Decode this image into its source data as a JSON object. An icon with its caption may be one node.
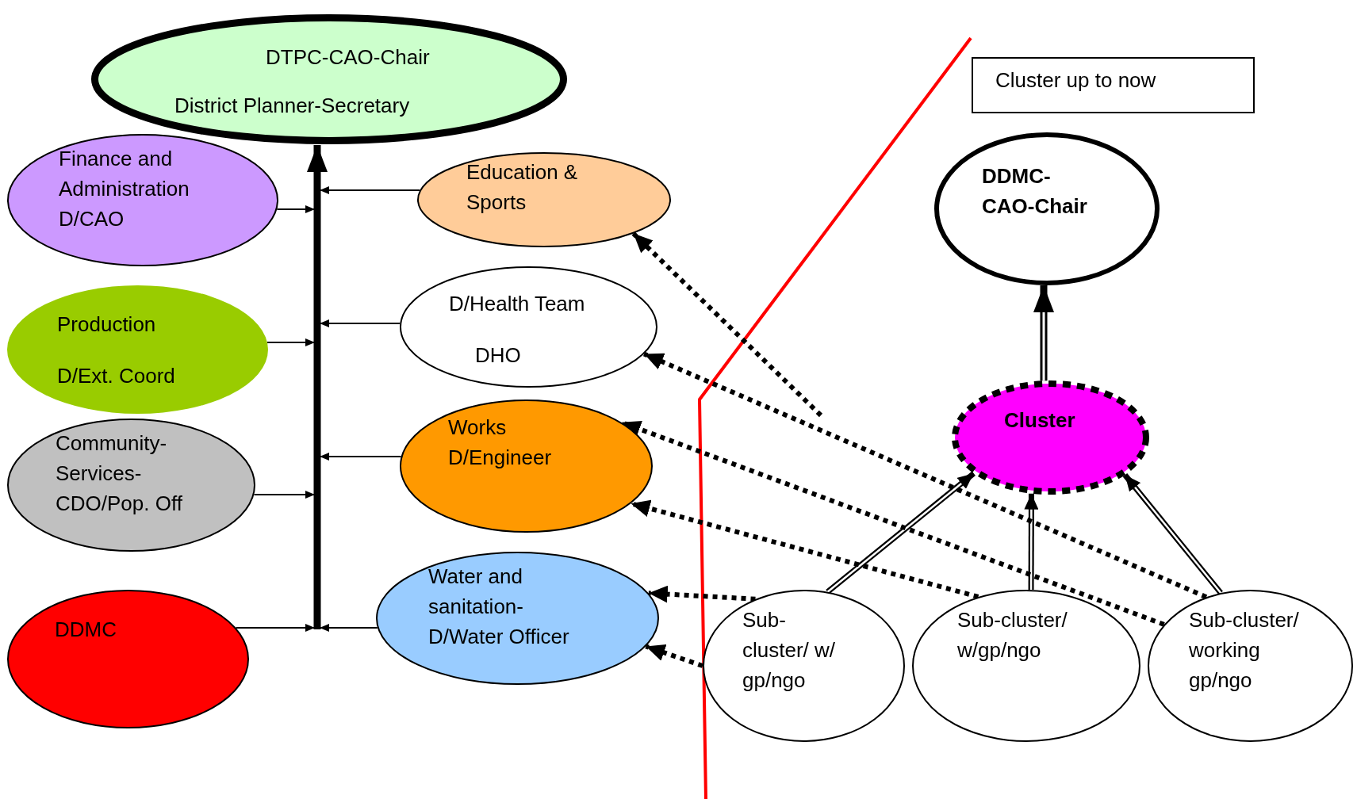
{
  "diagram": {
    "nodes": [
      {
        "text": [
          "DTPC-CAO-Chair",
          "District Planner-Secretary"
        ]
      },
      {
        "text": [
          "Finance and Administration D/CAO"
        ]
      },
      {
        "text": [
          "Education & Sports"
        ]
      },
      {
        "text": [
          "Production",
          "D/Ext. Coord"
        ]
      },
      {
        "text": [
          "D/Health Team",
          "DHO"
        ]
      },
      {
        "text": [
          "Community-Services-CDO/Pop. Off"
        ]
      },
      {
        "text": [
          "Works D/Engineer"
        ]
      },
      {
        "text": [
          "DDMC"
        ]
      },
      {
        "text": [
          "Water and sanitation- D/Water Officer"
        ]
      },
      {
        "text": [
          "Cluster up to now"
        ]
      },
      {
        "text": [
          "DDMC- CAO-Chair"
        ]
      },
      {
        "text": [
          "Cluster"
        ]
      },
      {
        "text": [
          "Sub- cluster/ w/ gp/ngo"
        ]
      },
      {
        "text": [
          "Sub-cluster/ w/gp/ngo"
        ]
      },
      {
        "text": [
          "Sub-cluster/ working gp/ngo"
        ]
      }
    ],
    "edges": [
      {
        "from": 1,
        "to": 0,
        "arrow": "to"
      },
      {
        "from": 3,
        "to": 0,
        "arrow": "to"
      },
      {
        "from": 5,
        "to": 0,
        "arrow": "to"
      },
      {
        "from": 7,
        "to": 0,
        "arrow": "to"
      },
      {
        "from": 2,
        "to": 0,
        "arrow": "to"
      },
      {
        "from": 4,
        "to": 0,
        "arrow": "to"
      },
      {
        "from": 6,
        "to": 0,
        "arrow": "to"
      },
      {
        "from": 8,
        "to": 0,
        "arrow": "to"
      },
      {
        "from": 11,
        "to": 10,
        "arrow": "to"
      },
      {
        "from": 12,
        "to": 11,
        "arrow": "to"
      },
      {
        "from": 13,
        "to": 11,
        "arrow": "to"
      },
      {
        "from": 14,
        "to": 11,
        "arrow": "to"
      },
      {
        "from": null,
        "to": 2,
        "arrow": "to",
        "style": "dashed"
      },
      {
        "from": 14,
        "to": 4,
        "arrow": "to",
        "style": "dashed"
      },
      {
        "from": 14,
        "to": 6,
        "arrow": "to",
        "style": "dashed"
      },
      {
        "from": 13,
        "to": 6,
        "arrow": "to",
        "style": "dashed"
      },
      {
        "from": 12,
        "to": 8,
        "arrow": "to",
        "style": "dashed"
      },
      {
        "from": 12,
        "to": 8,
        "arrow": "to",
        "style": "dashed"
      }
    ]
  }
}
